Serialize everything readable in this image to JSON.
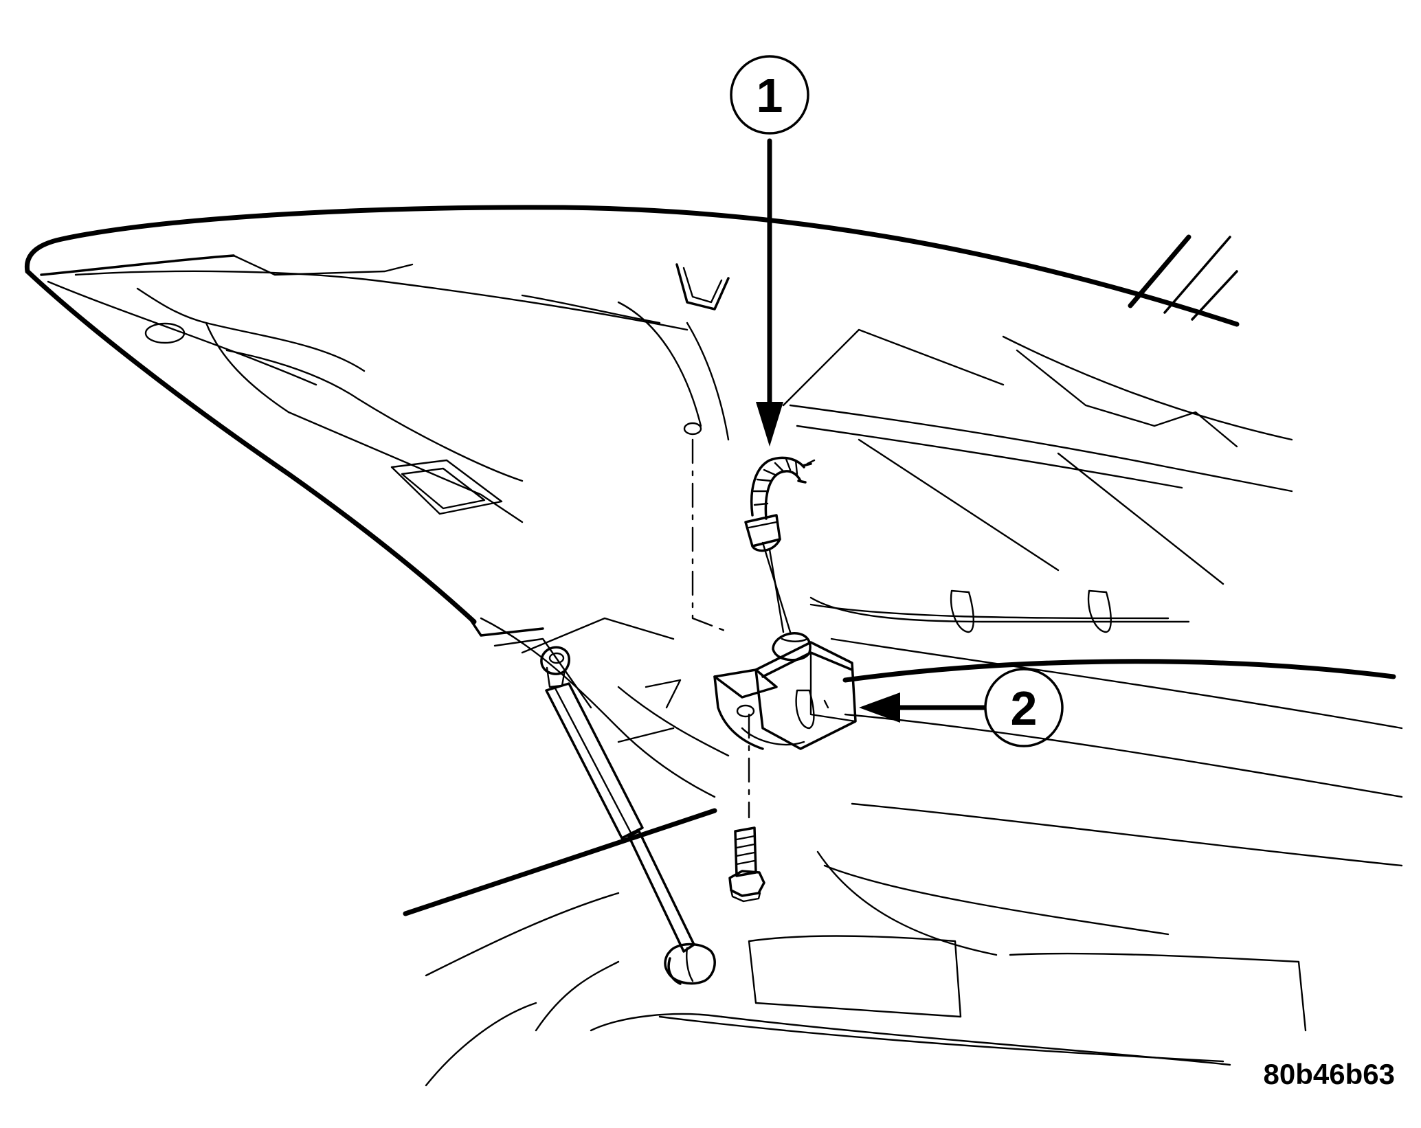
{
  "callouts": [
    {
      "number": "1"
    },
    {
      "number": "2"
    }
  ],
  "figure_id": "80b46b63",
  "colors": {
    "ink": "#000000",
    "paper": "#ffffff"
  }
}
